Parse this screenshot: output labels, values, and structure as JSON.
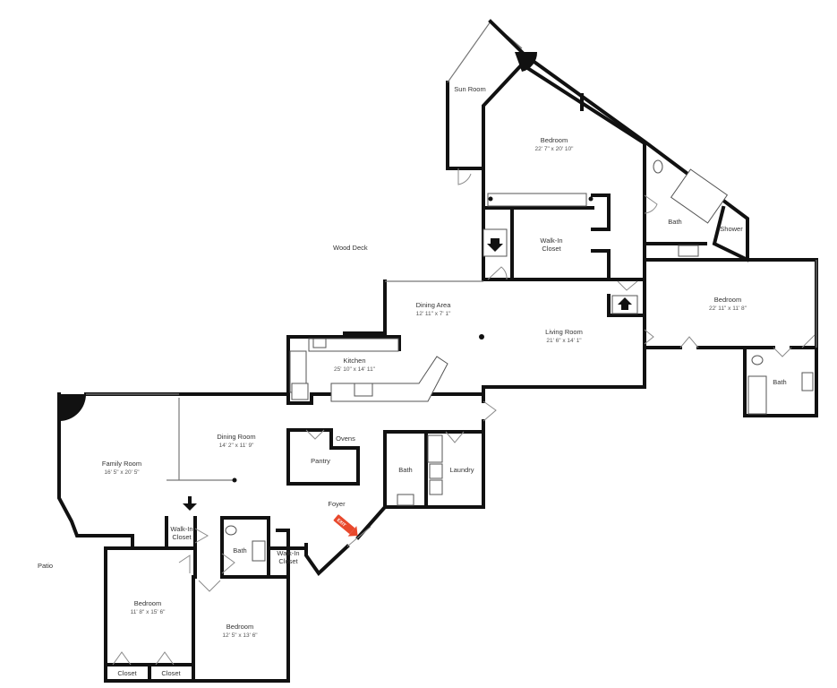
{
  "outdoor": {
    "wood_deck": "Wood Deck",
    "patio": "Patio"
  },
  "rooms": {
    "sun_room": {
      "name": "Sun Room"
    },
    "master_bedroom": {
      "name": "Bedroom",
      "dims": "22' 7\" x 20' 10\""
    },
    "master_bath": {
      "name": "Bath"
    },
    "shower": {
      "name": "Shower"
    },
    "master_closet": {
      "name": "Walk-In",
      "name2": "Closet"
    },
    "dining_area": {
      "name": "Dining Area",
      "dims": "12' 11\" x 7' 1\""
    },
    "living_room": {
      "name": "Living Room",
      "dims": "21' 6\" x 14' 1\""
    },
    "east_bedroom": {
      "name": "Bedroom",
      "dims": "22' 11\" x 11' 8\""
    },
    "east_bath": {
      "name": "Bath"
    },
    "kitchen": {
      "name": "Kitchen",
      "dims": "25' 10\" x 14' 11\""
    },
    "dining_room": {
      "name": "Dining Room",
      "dims": "14' 2\" x 11' 9\""
    },
    "ovens": {
      "name": "Ovens"
    },
    "pantry": {
      "name": "Pantry"
    },
    "hall_bath": {
      "name": "Bath"
    },
    "laundry": {
      "name": "Laundry"
    },
    "family_room": {
      "name": "Family Room",
      "dims": "16' 5\" x 20' 5\""
    },
    "foyer": {
      "name": "Foyer"
    },
    "closet_small": {
      "name": "Walk-In",
      "name2": "Closet"
    },
    "sw_bath": {
      "name": "Bath"
    },
    "foyer_closet": {
      "name": "Walk-In",
      "name2": "Closet"
    },
    "bedroom_sw": {
      "name": "Bedroom",
      "dims": "11' 8\" x 15' 6\""
    },
    "bedroom_s": {
      "name": "Bedroom",
      "dims": "12' 5\" x 13' 6\""
    },
    "closet_a": {
      "name": "Closet"
    },
    "closet_b": {
      "name": "Closet"
    }
  },
  "exit_marker": {
    "label": "EXIT",
    "color": "#e8482c"
  },
  "colors": {
    "walls": "#111111",
    "background": "#ffffff"
  }
}
